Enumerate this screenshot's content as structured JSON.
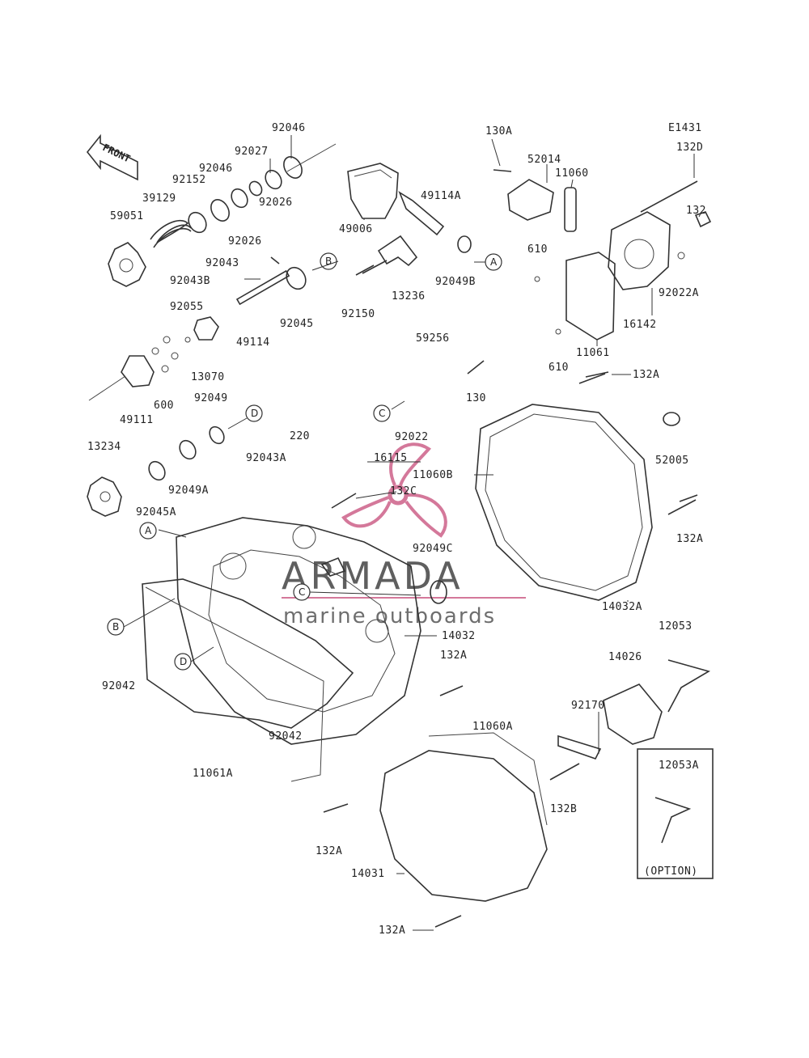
{
  "diagram_id": "E1431",
  "front_label": "FRONT",
  "option_label": "(OPTION)",
  "watermark": {
    "brand": "ARMADA",
    "tagline": "marine outboards",
    "accent": "#d4789a"
  },
  "ref_markers": [
    "A",
    "B",
    "C",
    "D"
  ],
  "parts": [
    "92046",
    "92027",
    "92046",
    "92152",
    "39129",
    "59051",
    "92026",
    "92026",
    "92043",
    "92043B",
    "92055",
    "13070",
    "49114",
    "92045",
    "49006",
    "49114A",
    "13236",
    "92150",
    "92049B",
    "600",
    "49111",
    "92049",
    "13234",
    "92049A",
    "92045A",
    "220",
    "92043A",
    "16115",
    "59256",
    "130",
    "92022",
    "132C",
    "11060B",
    "92049C",
    "14032",
    "92042",
    "92042",
    "11061A",
    "132A",
    "130A",
    "52014",
    "11060",
    "132D",
    "132",
    "610",
    "92022A",
    "16142",
    "11061",
    "610",
    "132A",
    "52005",
    "132A",
    "14032A",
    "12053",
    "14026",
    "92170",
    "132B",
    "11060A",
    "132A",
    "14031",
    "132A",
    "12053A"
  ]
}
